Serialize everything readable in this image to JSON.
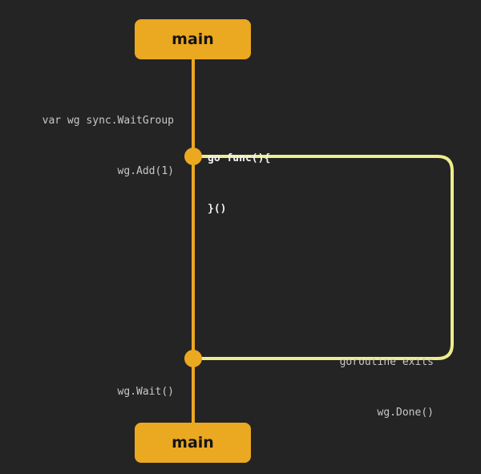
{
  "nodes": {
    "top_label": "main",
    "bottom_label": "main"
  },
  "annotations": {
    "declare_line": "var wg sync.WaitGroup",
    "add_line": "wg.Add(1)",
    "go_keyword": "go",
    "func_open": "func(){",
    "func_close": "}()",
    "exits_line": "goroutine exits",
    "done_line": "wg.Done()",
    "wait_line": "wg.Wait()"
  },
  "colors": {
    "background": "#242424",
    "main_line": "#eba821",
    "goroutine_line": "#eded8f",
    "node_fill": "#eba821",
    "node_text": "#141414",
    "code_text": "#c8c8c8"
  }
}
